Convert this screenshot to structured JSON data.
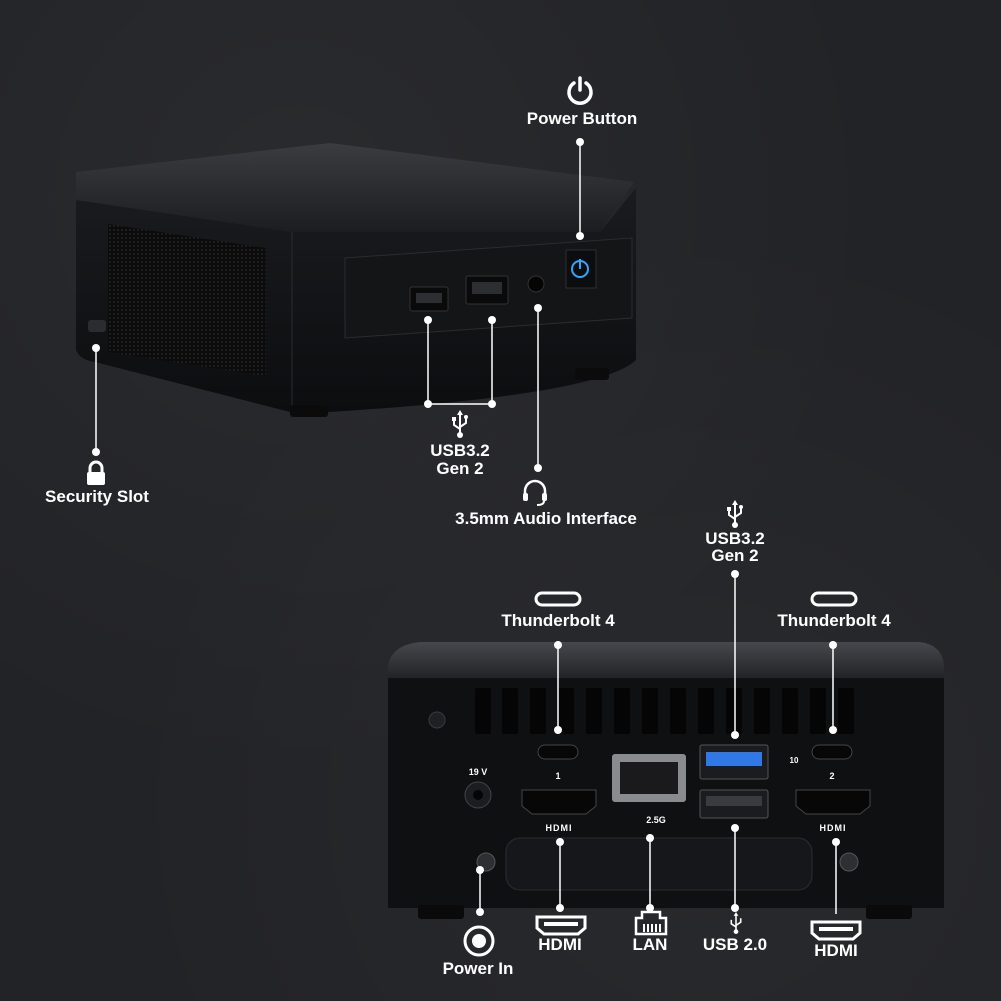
{
  "labels": {
    "power_button": "Power Button",
    "security_slot": "Security Slot",
    "usb_front_line1": "USB3.2",
    "usb_front_line2": "Gen 2",
    "audio": "3.5mm Audio Interface",
    "usb_rear_line1": "USB3.2",
    "usb_rear_line2": "Gen 2",
    "thunderbolt_left": "Thunderbolt 4",
    "thunderbolt_right": "Thunderbolt 4",
    "hdmi_left": "HDMI",
    "lan": "LAN",
    "usb2": "USB 2.0",
    "hdmi_right": "HDMI",
    "power_in": "Power In"
  },
  "port_marks": {
    "dc_voltage": "19 V",
    "tb_port_1": "1",
    "tb_port_2": "2",
    "hdmi_logo": "HDMI",
    "lan_speed": "2.5G",
    "usb_speed": "10"
  },
  "colors": {
    "background": "#222326",
    "device": "#111214",
    "accent_power_led": "#2ea8ff",
    "usb3_blue": "#2f78e6",
    "text": "#ffffff"
  },
  "icons": [
    "power-icon",
    "lock-icon",
    "usb-icon",
    "headset-icon",
    "thunderbolt-port-icon",
    "hdmi-port-icon",
    "lan-port-icon",
    "dc-jack-icon"
  ]
}
